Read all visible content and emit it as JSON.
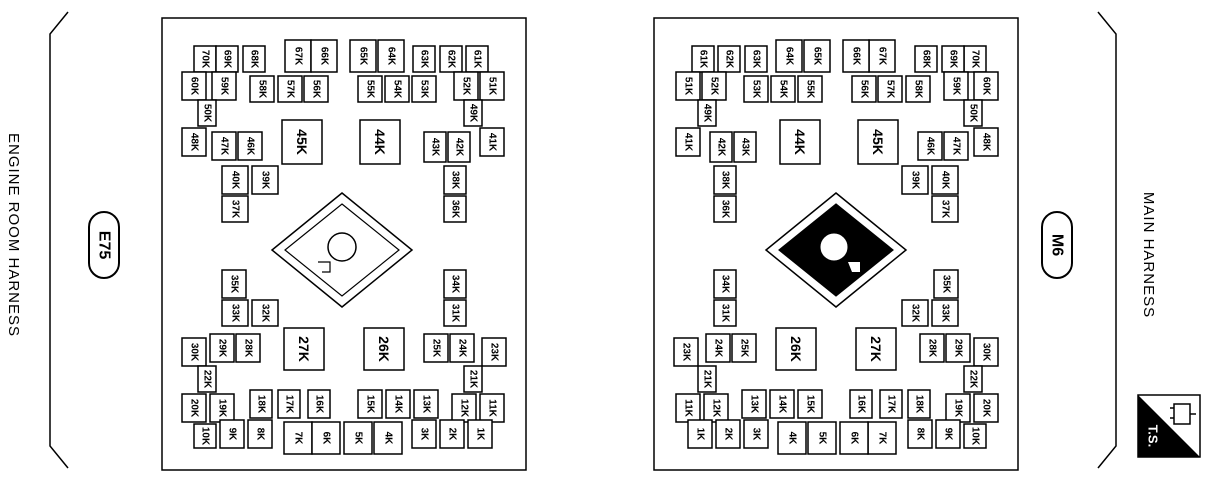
{
  "engine_room_harness": {
    "side_label": "ENGINE ROOM HARNESS",
    "connector_id": "E75",
    "terminals": {
      "top_row": [
        "70K",
        "69K",
        "68K",
        "67K",
        "66K",
        "65K",
        "64K",
        "63K",
        "62K",
        "61K"
      ],
      "second_row": [
        "60K",
        "59K",
        "58K",
        "57K",
        "56K",
        "55K",
        "54K",
        "53K",
        "52K",
        "51K"
      ],
      "left_column": [
        "50K",
        "49K",
        "48K",
        "47K",
        "46K",
        "45K",
        "44K",
        "43K",
        "42K",
        "41K"
      ],
      "upper_inner": [
        "40K",
        "39K",
        "38K",
        "37K",
        "36K",
        "35K",
        "34K",
        "33K",
        "32K",
        "31K"
      ],
      "lower_inner": [
        "30K",
        "29K",
        "28K",
        "27K",
        "26K",
        "25K",
        "24K",
        "23K",
        "22K",
        "21K"
      ],
      "lower_row": [
        "20K",
        "19K",
        "18K",
        "17K",
        "16K",
        "15K",
        "14K",
        "13K",
        "12K",
        "11K"
      ],
      "bottom_row": [
        "10K",
        "9K",
        "8K",
        "7K",
        "6K",
        "5K",
        "4K",
        "3K",
        "2K",
        "1K"
      ]
    }
  },
  "main_harness": {
    "side_label": "MAIN HARNESS",
    "connector_id": "M6",
    "terminals": {
      "top_row": [
        "61K",
        "62K",
        "63K",
        "64K",
        "65K",
        "66K",
        "67K",
        "68K",
        "69K",
        "70K"
      ],
      "second_row": [
        "51K",
        "52K",
        "53K",
        "54K",
        "55K",
        "56K",
        "57K",
        "58K",
        "59K",
        "60K"
      ],
      "left_column": [
        "41K",
        "42K",
        "43K",
        "44K",
        "45K",
        "46K",
        "47K",
        "48K",
        "49K",
        "50K"
      ],
      "upper_inner": [
        "31K",
        "32K",
        "33K",
        "34K",
        "35K",
        "36K",
        "37K",
        "38K",
        "39K",
        "40K"
      ],
      "lower_inner": [
        "21K",
        "22K",
        "23K",
        "24K",
        "25K",
        "26K",
        "27K",
        "28K",
        "29K",
        "30K"
      ],
      "lower_row": [
        "11K",
        "12K",
        "13K",
        "14K",
        "15K",
        "16K",
        "17K",
        "18K",
        "19K",
        "20K"
      ],
      "bottom_row": [
        "1K",
        "2K",
        "3K",
        "4K",
        "5K",
        "6K",
        "7K",
        "8K",
        "9K",
        "10K"
      ]
    }
  },
  "badge": {
    "text": "T.S."
  },
  "colors": {
    "ink": "#000000",
    "paper": "#ffffff"
  }
}
